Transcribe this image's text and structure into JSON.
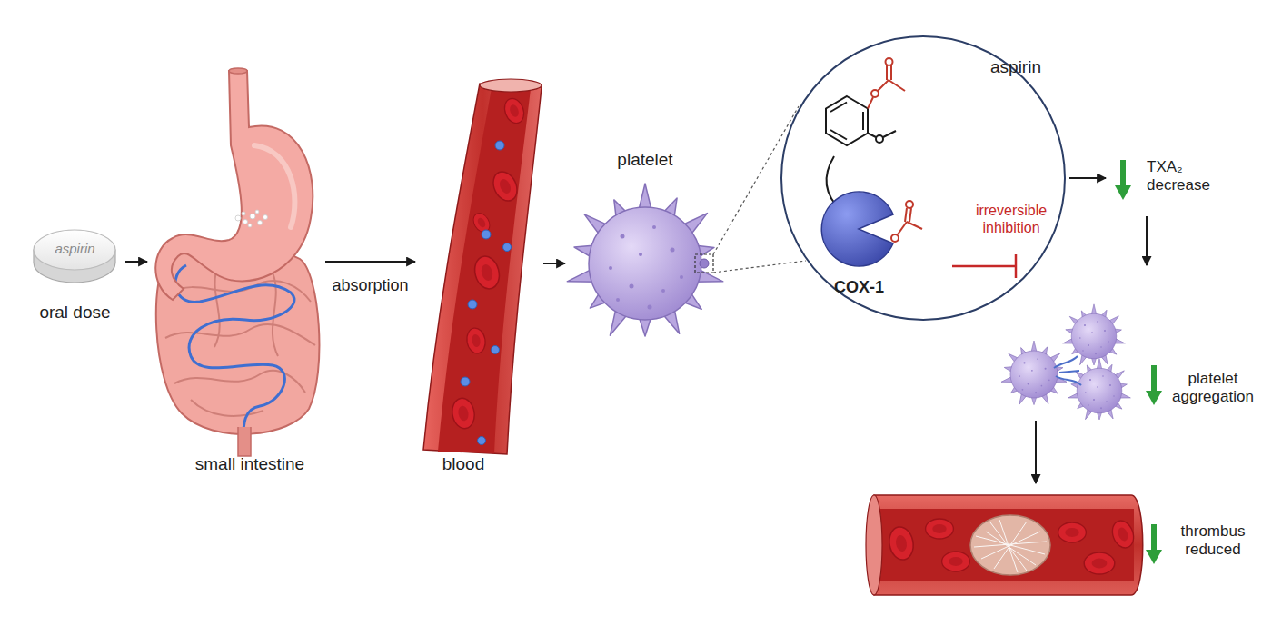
{
  "diagram": {
    "nodes": [
      {
        "text": [
          "aspirin",
          "oral dose"
        ]
      },
      {
        "text": [
          "small intestine"
        ]
      },
      {
        "text": [
          "blood"
        ]
      },
      {
        "text": [
          "platelet"
        ]
      },
      {
        "text": [
          "aspirin"
        ]
      },
      {
        "text": [
          "COX-1"
        ],
        "in": 4
      },
      {
        "text": [
          "TXA₂ decrease"
        ]
      },
      {
        "text": [
          "platelet aggregation"
        ]
      },
      {
        "text": [
          "thrombus reduced"
        ]
      }
    ],
    "edges": [
      {
        "from": 0,
        "to": 1,
        "arrow": "to"
      },
      {
        "from": 1,
        "to": 2,
        "label": "absorption",
        "arrow": "to"
      },
      {
        "from": 2,
        "to": 3,
        "arrow": "to"
      },
      {
        "from": 4,
        "to": 6,
        "arrow": "to"
      },
      {
        "from": 6,
        "to": 7,
        "arrow": "to"
      },
      {
        "from": 7,
        "to": 8,
        "arrow": "to"
      }
    ],
    "labels": [
      "irreversible inhibition"
    ]
  }
}
